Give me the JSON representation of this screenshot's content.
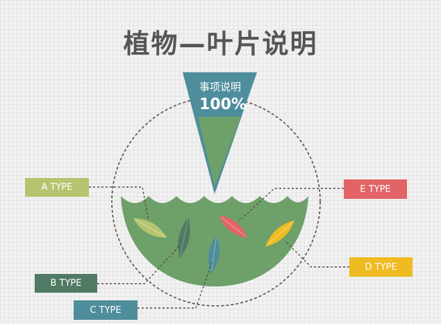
{
  "title": "植物—叶片说明",
  "callout": {
    "title": "事项说明",
    "value": "100%"
  },
  "labels": {
    "a": "A TYPE",
    "b": "B TYPE",
    "c": "C TYPE",
    "d": "D TYPE",
    "e": "E TYPE"
  },
  "colors": {
    "a": "#b5c56f",
    "b": "#507a63",
    "c": "#4e8d9c",
    "d": "#efbb22",
    "e": "#e36466",
    "bowl": "#6ea06a",
    "funnel": "#4e8d9c",
    "line": "#5a4a44"
  }
}
